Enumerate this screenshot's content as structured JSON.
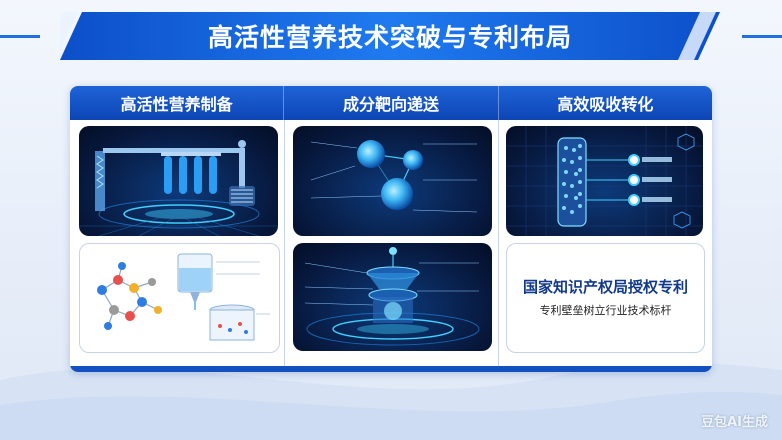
{
  "title": "高活性营养技术突破与专利布局",
  "columns": [
    {
      "header": "高活性营养制备"
    },
    {
      "header": "成分靶向递送"
    },
    {
      "header": "高效吸收转化"
    }
  ],
  "patent": {
    "title": "国家知识产权局授权专利",
    "subtitle": "专利壁垒树立行业技术标杆"
  },
  "watermark": "豆包AI生成",
  "colors": {
    "primary": "#1e64d8",
    "deep": "#0d45b5",
    "dark_card": "#07183d",
    "glow": "#3fd0ff",
    "title_text": "#123a8c"
  }
}
